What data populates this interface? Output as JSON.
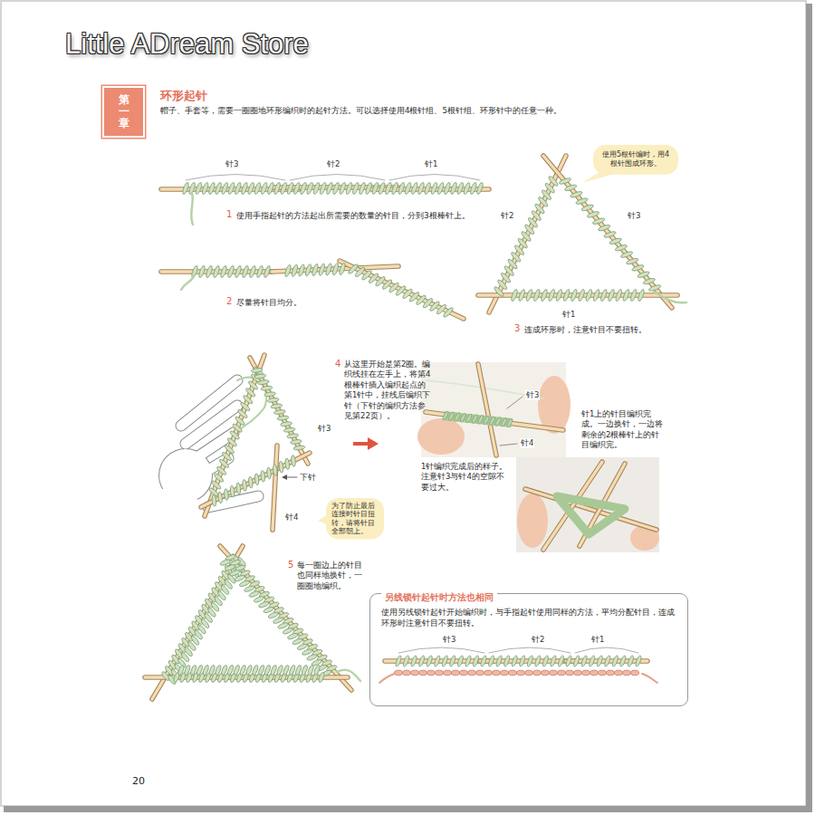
{
  "diagram": {
    "title": "环形起针",
    "nodes": [
      {
        "text": [
          "第一章"
        ]
      },
      {
        "text": [
          "使用5根针编时，用4根针围成环形。"
        ]
      },
      {
        "text": [
          "为了防止最后连接时针目扭转，请将针目全部朝上。"
        ]
      },
      {
        "text": [
          "另线锁针起针时方法也相同",
          "使用另线锁针起针开始编织时，与手指起针使用同样的方法，平均分配针目，连成环形时注意针目不要扭转。"
        ]
      }
    ],
    "labels": [
      "Little ADream Store",
      "帽子、手套等，需要一圈圈地环形编织时的起针方法。可以选择使用4根针组、5根针组、环形针中的任意一种。",
      "针3",
      "针2",
      "针1",
      "1",
      "使用手指起针的方法起出所需要的数量的针目，分到3根棒针上。",
      "2",
      "尽量将针目均分。",
      "针2",
      "针3",
      "针1",
      "3",
      "连成环形时，注意针目不要扭转。",
      "4",
      "从这里开始是第2圈。编织线挂在左手上，将第4根棒针插入编织起点的第1针中，挂线后编织下针（下针的编织方法参见第22页）。",
      "针3",
      "下针",
      "针4",
      "针3",
      "针4",
      "1针编织完成后的样子。注意针3与针4的空隙不要过大。",
      "针1上的针目编织完成。一边换针，一边将剩余的2根棒针上的针目编织完。",
      "5",
      "每一圈边上的针目也同样地换针，一圈圈地编织。",
      "针3",
      "针2",
      "针1",
      "20"
    ]
  }
}
